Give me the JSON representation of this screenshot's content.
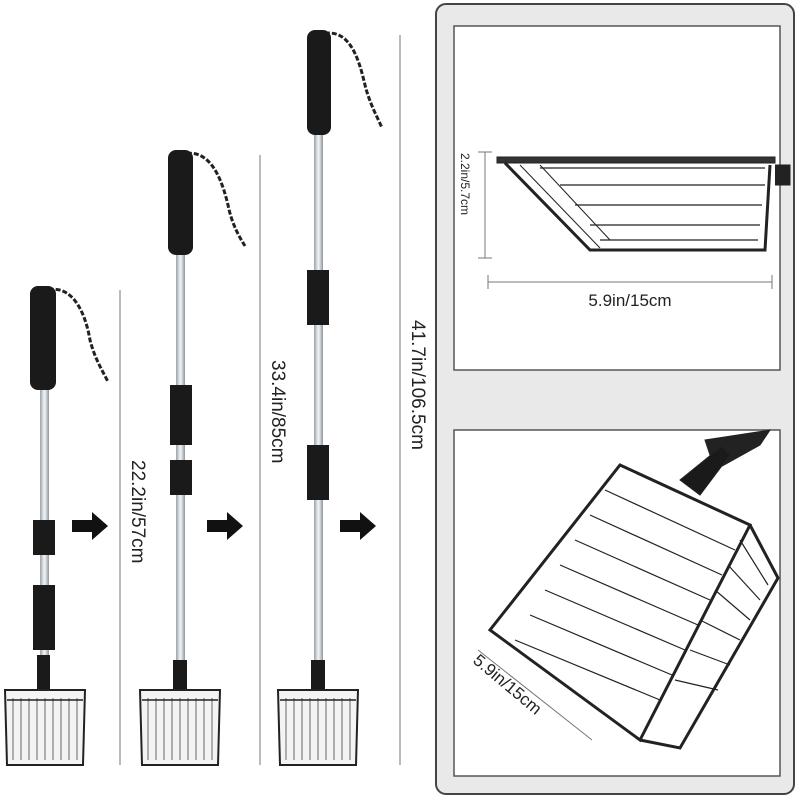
{
  "lengths": {
    "short": "22.2in/57cm",
    "medium": "33.4in/85cm",
    "long": "41.7in/106.5cm"
  },
  "side_view": {
    "height": "2.2in/5.7cm",
    "width": "5.9in/15cm"
  },
  "perspective_view": {
    "width": "5.9in/15cm"
  },
  "colors": {
    "handle": "#1a1a1a",
    "pole": "#e8eef2",
    "panel_border": "#444444",
    "panel_bg": "#e9e9e9"
  },
  "icons": [
    "arrow-right-icon",
    "arrow-right-icon",
    "arrow-right-icon"
  ]
}
